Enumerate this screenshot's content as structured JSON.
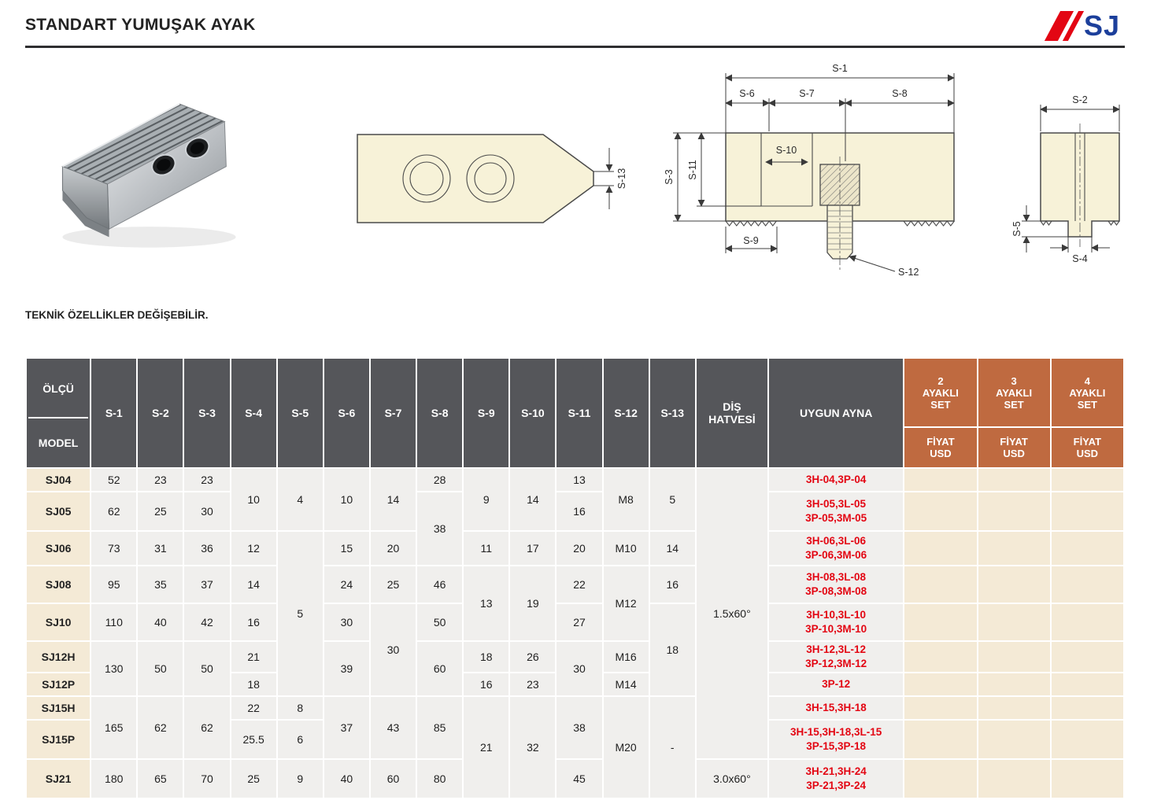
{
  "page": {
    "title": "STANDART YUMUŞAK AYAK",
    "note": "TEKNİK ÖZELLİKLER DEĞİŞEBİLİR.",
    "logo": {
      "text": "SJ"
    }
  },
  "dims": {
    "s1": "S-1",
    "s2": "S-2",
    "s3": "S-3",
    "s4": "S-4",
    "s5": "S-5",
    "s6": "S-6",
    "s7": "S-7",
    "s8": "S-8",
    "s9": "S-9",
    "s10": "S-10",
    "s11": "S-11",
    "s12": "S-12",
    "s13": "S-13"
  },
  "table": {
    "header": {
      "olcu": "ÖLÇÜ",
      "model": "MODEL",
      "dims": [
        "S-1",
        "S-2",
        "S-3",
        "S-4",
        "S-5",
        "S-6",
        "S-7",
        "S-8",
        "S-9",
        "S-10",
        "S-11",
        "S-12",
        "S-13"
      ],
      "dis_hatvesi": "DİŞ\nHATVESİ",
      "uygun_ayna": "UYGUN AYNA",
      "set2": "2\nAYAKLI\nSET",
      "set3": "3\nAYAKLI\nSET",
      "set4": "4\nAYAKLI\nSET",
      "fiyat": "FİYAT\nUSD"
    },
    "rows": {
      "sj04": {
        "model": "SJ04",
        "s1": "52",
        "s2": "23",
        "s3": "23",
        "s4": "10",
        "s5": "4",
        "s6": "10",
        "s7": "14",
        "s8": "28",
        "s9": "9",
        "s10": "14",
        "s11": "13",
        "s12": "M8",
        "s13": "5",
        "dis": "1.5x60°",
        "ayna": "3H-04,3P-04"
      },
      "sj05": {
        "model": "SJ05",
        "s1": "62",
        "s2": "25",
        "s3": "30",
        "s8": "38",
        "s11": "16",
        "ayna": "3H-05,3L-05\n3P-05,3M-05"
      },
      "sj06": {
        "model": "SJ06",
        "s1": "73",
        "s2": "31",
        "s3": "36",
        "s4": "12",
        "s5": "5",
        "s6": "15",
        "s7": "20",
        "s9": "11",
        "s10": "17",
        "s11": "20",
        "s12": "M10",
        "s13": "14",
        "ayna": "3H-06,3L-06\n3P-06,3M-06"
      },
      "sj08": {
        "model": "SJ08",
        "s1": "95",
        "s2": "35",
        "s3": "37",
        "s4": "14",
        "s6": "24",
        "s7": "25",
        "s8": "46",
        "s9": "13",
        "s10": "19",
        "s11": "22",
        "s12": "M12",
        "s13": "16",
        "ayna": "3H-08,3L-08\n3P-08,3M-08"
      },
      "sj10": {
        "model": "SJ10",
        "s1": "110",
        "s2": "40",
        "s3": "42",
        "s4": "16",
        "s6": "30",
        "s7": "30",
        "s8": "50",
        "s11": "27",
        "s13": "18",
        "ayna": "3H-10,3L-10\n3P-10,3M-10"
      },
      "sj12h": {
        "model": "SJ12H",
        "s1": "130",
        "s2": "50",
        "s3": "50",
        "s4": "21",
        "s6": "39",
        "s8": "60",
        "s9": "18",
        "s10": "26",
        "s11": "30",
        "s12": "M16",
        "ayna": "3H-12,3L-12\n3P-12,3M-12"
      },
      "sj12p": {
        "model": "SJ12P",
        "s4": "18",
        "s9": "16",
        "s10": "23",
        "s12": "M14",
        "ayna": "3P-12"
      },
      "sj15h": {
        "model": "SJ15H",
        "s1": "165",
        "s2": "62",
        "s3": "62",
        "s4": "22",
        "s5": "8",
        "s6": "37",
        "s7": "43",
        "s8": "85",
        "s9": "21",
        "s10": "32",
        "s11": "38",
        "s12": "M20",
        "s13": "-",
        "ayna": "3H-15,3H-18"
      },
      "sj15p": {
        "model": "SJ15P",
        "s4": "25.5",
        "s5": "6",
        "ayna": "3H-15,3H-18,3L-15\n3P-15,3P-18"
      },
      "sj21": {
        "model": "SJ21",
        "s1": "180",
        "s2": "65",
        "s3": "70",
        "s4": "25",
        "s5": "9",
        "s6": "40",
        "s7": "60",
        "s8": "80",
        "s11": "45",
        "dis": "3.0x60°",
        "ayna": "3H-21,3H-24\n3P-21,3P-24"
      }
    }
  },
  "colors": {
    "header_bg": "#55565a",
    "set_bg": "#bf6a40",
    "cream": "#f4ead6",
    "cell_bg": "#f0efed",
    "red": "#e30613",
    "logo_blue": "#1c3f9b",
    "logo_red": "#e30613",
    "drawing_fill": "#f7f2d8",
    "line": "#3f3f3f"
  }
}
